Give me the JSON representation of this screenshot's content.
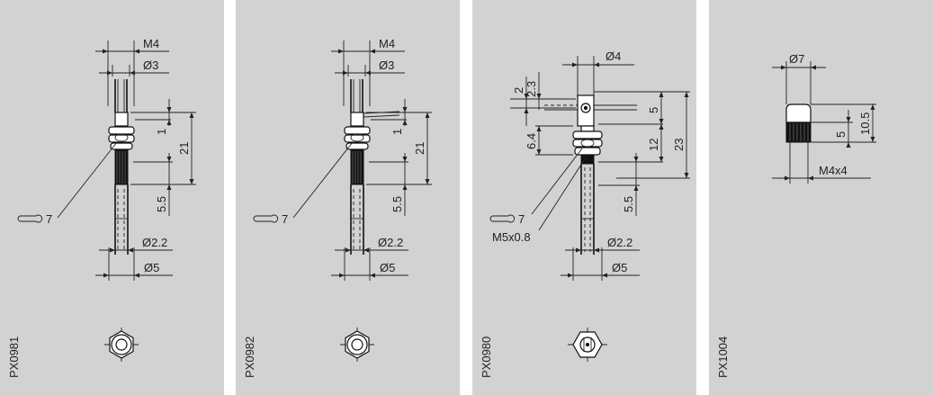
{
  "panels": [
    {
      "id": "PX0981",
      "code": "PX0981",
      "dims": {
        "thread": "M4",
        "tip": "Ø3",
        "nut_gap": "1",
        "length": "21",
        "knurl": "5.5",
        "cable": "Ø2.2",
        "outer": "Ø5"
      },
      "wrench": "7"
    },
    {
      "id": "PX0982",
      "code": "PX0982",
      "dims": {
        "thread": "M4",
        "tip": "Ø3",
        "nut_gap": "1",
        "length": "21",
        "knurl": "5.5",
        "cable": "Ø2.2",
        "outer": "Ø5"
      },
      "wrench": "7"
    },
    {
      "id": "PX0980",
      "code": "PX0980",
      "dims": {
        "head": "Ø4",
        "d2": "2",
        "d23": "2.3",
        "d5": "5",
        "d12": "12",
        "d23b": "23",
        "d64": "6.4",
        "knurl": "5.5",
        "cable": "Ø2.2",
        "outer": "Ø5"
      },
      "wrench": "7",
      "thread": "M5x0.8"
    },
    {
      "id": "PX1004",
      "code": "PX1004",
      "dims": {
        "dia": "Ø7",
        "d5": "5",
        "d105": "10.5",
        "thread": "M4x4"
      }
    }
  ],
  "icons": [
    "wrench-icon",
    "hex-nut-top-view-icon"
  ]
}
